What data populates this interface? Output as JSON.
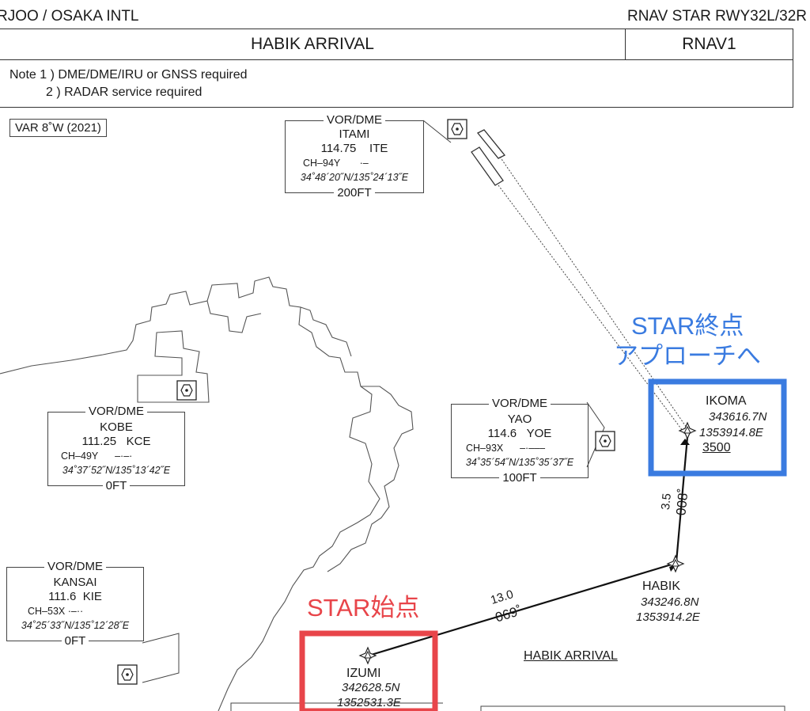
{
  "header": {
    "airport": "RJOO / OSAKA  INTL",
    "procedure": "RNAV STAR RWY32L/32R"
  },
  "title": {
    "name": "HABIK ARRIVAL",
    "nav_spec": "RNAV1"
  },
  "notes": {
    "line1": "Note  1 ) DME/DME/IRU or GNSS required",
    "line2": "2 ) RADAR service required"
  },
  "variation": "VAR 8˚W (2021)",
  "navaids": {
    "itami": {
      "type": "VOR/DME",
      "name": "ITAMI",
      "freq": "114.75",
      "ident": "ITE",
      "channel": "CH–94Y",
      "coords": "34˚48´20˝N/135˚24´13˝E",
      "elev": "200FT"
    },
    "kobe": {
      "type": "VOR/DME",
      "name": "KOBE",
      "freq": "111.25",
      "ident": "KCE",
      "channel": "CH–49Y",
      "coords": "34˚37´52˝N/135˚13´42˝E",
      "elev": "0FT"
    },
    "yao": {
      "type": "VOR/DME",
      "name": "YAO",
      "freq": "114.6",
      "ident": "YOE",
      "channel": "CH–93X",
      "coords": "34˚35´54˝N/135˚35´37˝E",
      "elev": "100FT"
    },
    "kansai": {
      "type": "VOR/DME",
      "name": "KANSAI",
      "freq": "111.6",
      "ident": "KIE",
      "channel": "CH–53X",
      "coords": "34˚25´33˝N/135˚12´28˝E",
      "elev": "0FT"
    }
  },
  "waypoints": {
    "ikoma": {
      "name": "IKOMA",
      "lat": "343616.7N",
      "lon": "1353914.8E",
      "alt": "3500"
    },
    "habik": {
      "name": "HABIK",
      "lat": "343246.8N",
      "lon": "1353914.2E"
    },
    "izumi": {
      "name": "IZUMI",
      "lat": "342628.5N",
      "lon": "1352531.3E"
    }
  },
  "segments": {
    "izumi_habik": {
      "distance": "13.0",
      "course": "069˚"
    },
    "habik_ikoma": {
      "distance": "3.5",
      "course": "008˚"
    }
  },
  "route_label": "HABIK ARRIVAL",
  "annotations": {
    "end_line1": "STAR終点",
    "end_line2": "アプローチへ",
    "start": "STAR始点"
  },
  "colors": {
    "annotation_blue": "#3a7be0",
    "annotation_red": "#e8454a",
    "ink": "#1a1a1a"
  }
}
